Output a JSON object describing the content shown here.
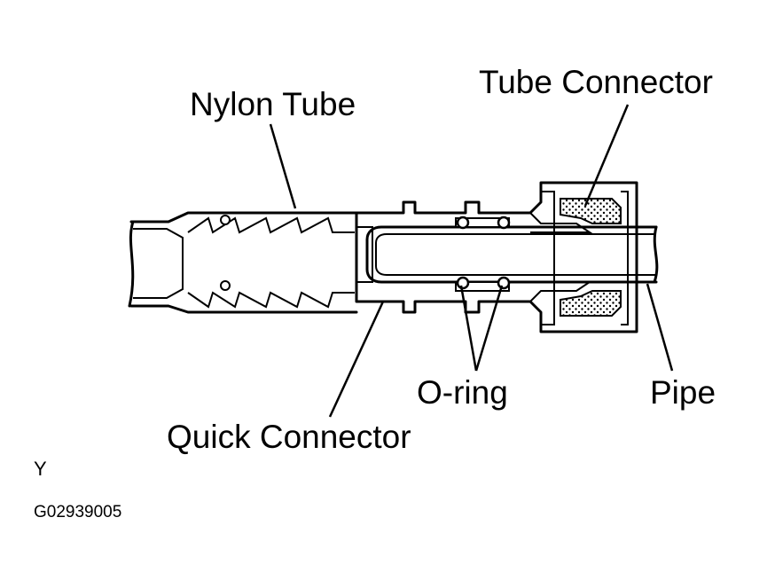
{
  "labels": {
    "nylon_tube": "Nylon Tube",
    "tube_connector": "Tube Connector",
    "quick_connector": "Quick Connector",
    "o_ring": "O-ring",
    "pipe": "Pipe"
  },
  "corner_mark": "Y",
  "figure_code": "G02939005"
}
